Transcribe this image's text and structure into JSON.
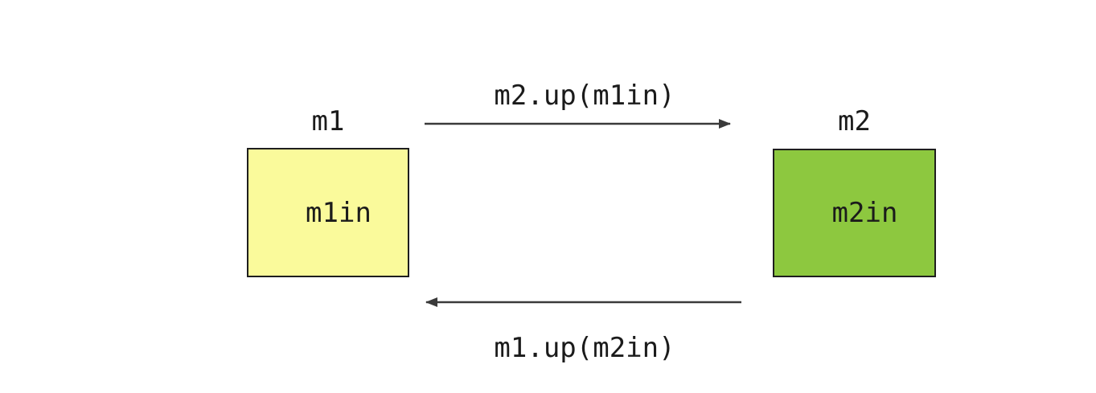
{
  "canvas": {
    "background": "#ffffff"
  },
  "diagram": {
    "text_color": "#1b1b1b",
    "arrow_color": "#3a3a3a",
    "nodes": [
      {
        "id": "m1",
        "title": "m1",
        "label": "m1in",
        "fill": "#fafa9b",
        "border_color": "#1e1e1e"
      },
      {
        "id": "m2",
        "title": "m2",
        "label": "m2in",
        "fill": "#8dc83f",
        "border_color": "#1e1e1e"
      }
    ],
    "arrows": [
      {
        "label": "m2.up(m1in)",
        "from": "m1",
        "to": "m2",
        "direction": "left-to-right"
      },
      {
        "label": "m1.up(m2in)",
        "from": "m2",
        "to": "m1",
        "direction": "right-to-left"
      }
    ]
  }
}
